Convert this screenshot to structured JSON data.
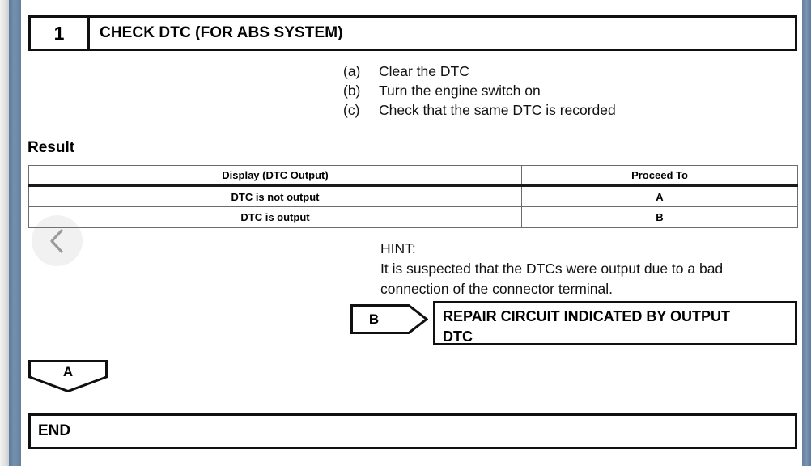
{
  "viewer": {
    "back_button": "chevron-left-icon"
  },
  "step": {
    "number": "1",
    "title": "CHECK DTC (FOR ABS SYSTEM)",
    "procedures": [
      {
        "label": "(a)",
        "text": "Clear the DTC"
      },
      {
        "label": "(b)",
        "text": "Turn the engine switch on"
      },
      {
        "label": "(c)",
        "text": "Check that the same DTC is recorded"
      }
    ]
  },
  "result": {
    "heading": "Result",
    "columns": [
      "Display (DTC Output)",
      "Proceed To"
    ],
    "rows": [
      [
        "DTC is not output",
        "A"
      ],
      [
        "DTC is output",
        "B"
      ]
    ]
  },
  "hint": {
    "title": "HINT:",
    "line1": "It is suspected that the DTCs were output due to a bad",
    "line2": "connection of the connector terminal."
  },
  "flow": {
    "connector_b": "B",
    "repair_line1": "REPAIR CIRCUIT INDICATED BY OUTPUT",
    "repair_line2": "DTC",
    "connector_a": "A",
    "end": "END"
  },
  "colors": {
    "spine": "#6a87a8",
    "gutter": "#e2e2e2",
    "rule": "#6c6c6c",
    "ink": "#101010"
  }
}
